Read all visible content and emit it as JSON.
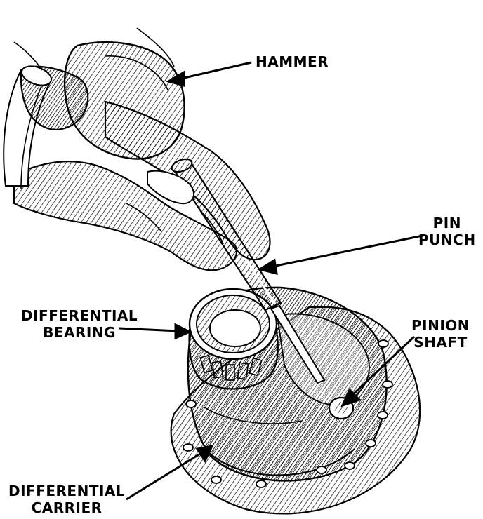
{
  "labels": {
    "hammer": "HAMMER",
    "pin_punch_line1": "PIN",
    "pin_punch_line2": "PUNCH",
    "differential_bearing_line1": "DIFFERENTIAL",
    "differential_bearing_line2": "BEARING",
    "pinion_shaft_line1": "PINION",
    "pinion_shaft_line2": "SHAFT",
    "differential_carrier_line1": "DIFFERENTIAL",
    "differential_carrier_line2": "CARRIER"
  },
  "colors": {
    "ink": "#000000",
    "paper": "#ffffff",
    "shade": "#8a8a8a"
  }
}
